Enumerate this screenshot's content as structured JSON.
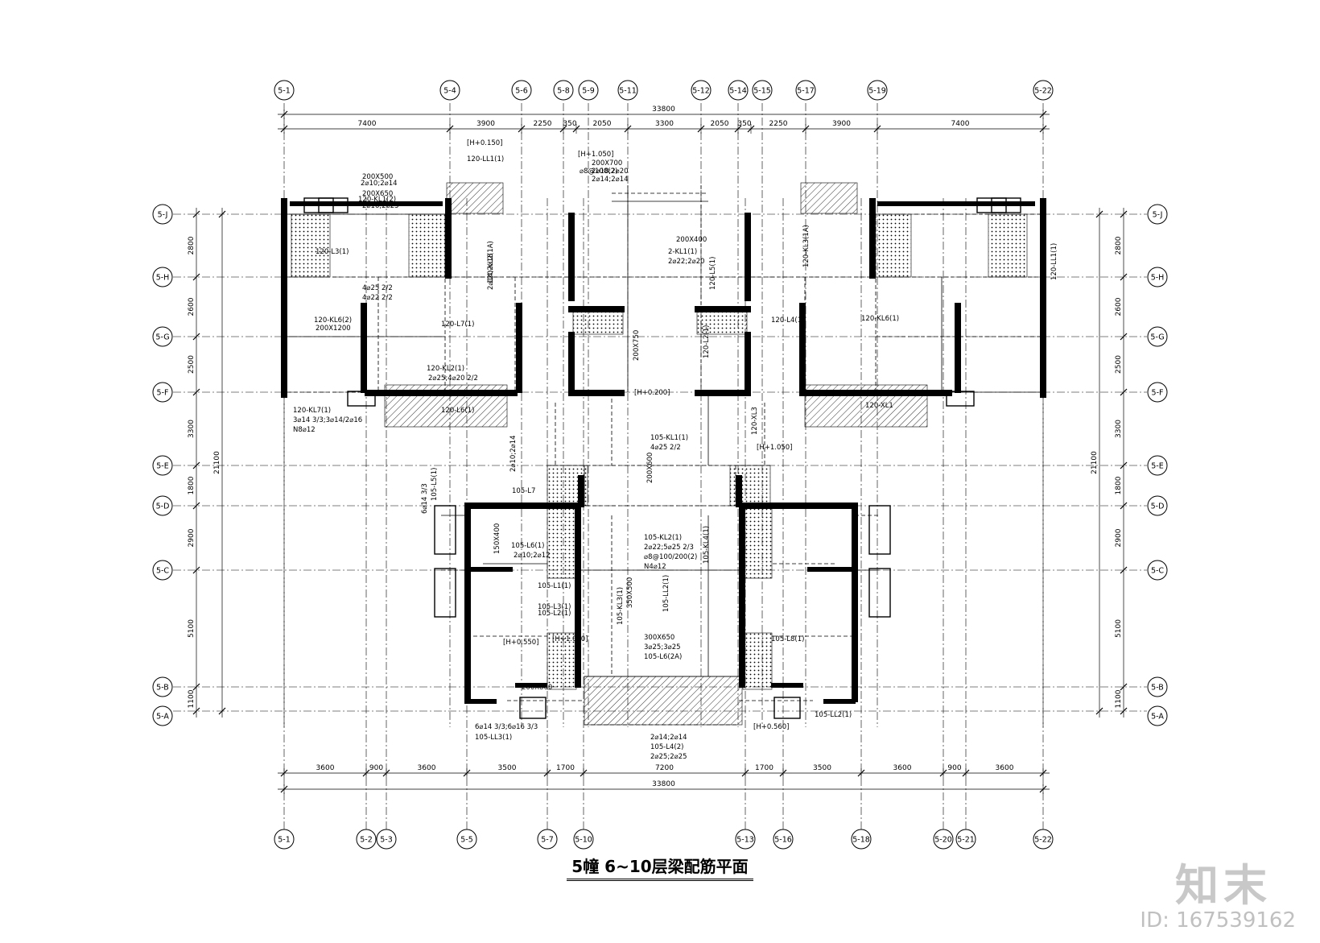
{
  "title": "5幢 6~10层梁配筋平面",
  "watermark": {
    "brand": "知末",
    "id": "ID: 167539162"
  },
  "top_axes": [
    "5-1",
    "5-4",
    "5-6",
    "5-8",
    "5-9",
    "5-11",
    "5-12",
    "5-14",
    "5-15",
    "5-17",
    "5-19",
    "5-22"
  ],
  "bottom_axes": [
    "5-1",
    "5-2",
    "5-3",
    "5-5",
    "5-7",
    "5-10",
    "5-13",
    "5-16",
    "5-18",
    "5-20",
    "5-21",
    "5-22"
  ],
  "side_axes": [
    "5-J",
    "5-H",
    "5-G",
    "5-F",
    "5-E",
    "5-D",
    "5-C",
    "5-B",
    "5-A"
  ],
  "top_dims": [
    "7400",
    "3900",
    "2250",
    "350",
    "2050",
    "3300",
    "2050",
    "350",
    "2250",
    "3900",
    "7400"
  ],
  "top_total": "33800",
  "bottom_dims": [
    "3600",
    "900",
    "3600",
    "3500",
    "1700",
    "7200",
    "1700",
    "3500",
    "3600",
    "900",
    "3600"
  ],
  "bottom_total": "33800",
  "left_dims": [
    "2800",
    "2600",
    "2500",
    "3300",
    "1800",
    "2900",
    "5100",
    "1100"
  ],
  "left_total": "21100",
  "right_dims": [
    "2800",
    "2600",
    "2500",
    "3300",
    "1800",
    "2900",
    "5100",
    "1100"
  ],
  "right_total": "21100",
  "annotations": [
    "[H+0.150]",
    "120-LL1(1)",
    "2⌀10;2⌀14",
    "200X650",
    "200X500",
    "120-KL1(2)",
    "2⌀16;2⌀25",
    "[H+1.050]",
    "200X700",
    "2⌀18;2⌀20",
    "2⌀14;2⌀14",
    "⌀8@100(2)",
    "200X400",
    "2-KL1(1)",
    "2⌀22;2⌀20",
    "120-L3(1)",
    "120-KL2(1A)",
    "2⌀14;2⌀18",
    "4⌀25 2/2",
    "4⌀22 2/2",
    "120-KL6(2)",
    "200X1200",
    "120-L7(1)",
    "120-KL2(1)",
    "2⌀25;4⌀20 2/2",
    "120-KL7(1)",
    "3⌀14 3/3;3⌀14/2⌀16",
    "N8⌀12",
    "120-L6(1)",
    "200X750",
    "[H+0.200]",
    "105-KL1(1)",
    "4⌀25 2/2",
    "[H+1.050]",
    "200X600",
    "105-L7",
    "2⌀10;2⌀14",
    "105-L5(1)",
    "6⌀14 3/3",
    "150X400",
    "105-L6(1)",
    "2⌀10;2⌀12",
    "105-KL2(1)",
    "2⌀22;5⌀25 2/3",
    "⌀8@100/200(2)",
    "N4⌀12",
    "105-KL4(1)",
    "105-L1(1)",
    "105-L2(1)",
    "105-L3(1)",
    "[H+0.550]",
    "[H+1.050]",
    "105-L8(1)",
    "200X800",
    "105-KL3(1)",
    "300X650",
    "3⌀25;3⌀25",
    "105-L6(2A)",
    "350X500",
    "105-LL2(1)",
    "6⌀14 3/3;6⌀16 3/3",
    "105-LL3(1)",
    "105-L4(2)",
    "2⌀14;2⌀14",
    "2⌀25;2⌀25",
    "[H+0.560]",
    "120-L4(1)",
    "120-KL3(1A)",
    "120-L2(1)",
    "120-L5(1)",
    "120-LL1(1)",
    "120-KL6(1)",
    "120-XL1",
    "120-XL3",
    "105-LL2(1)"
  ]
}
